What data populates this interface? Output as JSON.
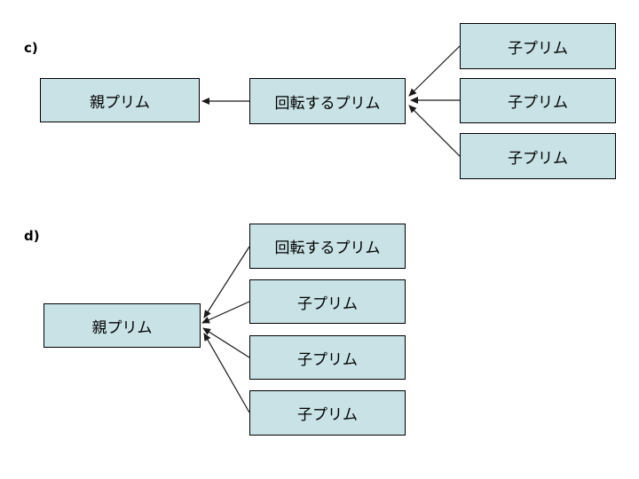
{
  "diagram": {
    "background_color": "#ffffff",
    "box_fill_color": "#c8e2e6",
    "box_border_color": "#000000",
    "arrow_color": "#1a1a1a",
    "sections": {
      "c": {
        "label": "c)",
        "boxes": [
          {
            "id": "parent",
            "label": "親プリム"
          },
          {
            "id": "rotating",
            "label": "回転するプリム"
          },
          {
            "id": "child-1",
            "label": "子プリム"
          },
          {
            "id": "child-2",
            "label": "子プリム"
          },
          {
            "id": "child-3",
            "label": "子プリム"
          }
        ],
        "connections": [
          {
            "from": "rotating",
            "to": "parent"
          },
          {
            "from": "child-1",
            "to": "rotating"
          },
          {
            "from": "child-2",
            "to": "rotating"
          },
          {
            "from": "child-3",
            "to": "rotating"
          }
        ]
      },
      "d": {
        "label": "d)",
        "boxes": [
          {
            "id": "parent",
            "label": "親プリム"
          },
          {
            "id": "rotating",
            "label": "回転するプリム"
          },
          {
            "id": "child-1",
            "label": "子プリム"
          },
          {
            "id": "child-2",
            "label": "子プリム"
          },
          {
            "id": "child-3",
            "label": "子プリム"
          }
        ],
        "connections": [
          {
            "from": "rotating",
            "to": "parent"
          },
          {
            "from": "child-1",
            "to": "parent"
          },
          {
            "from": "child-2",
            "to": "parent"
          },
          {
            "from": "child-3",
            "to": "parent"
          }
        ]
      }
    }
  }
}
